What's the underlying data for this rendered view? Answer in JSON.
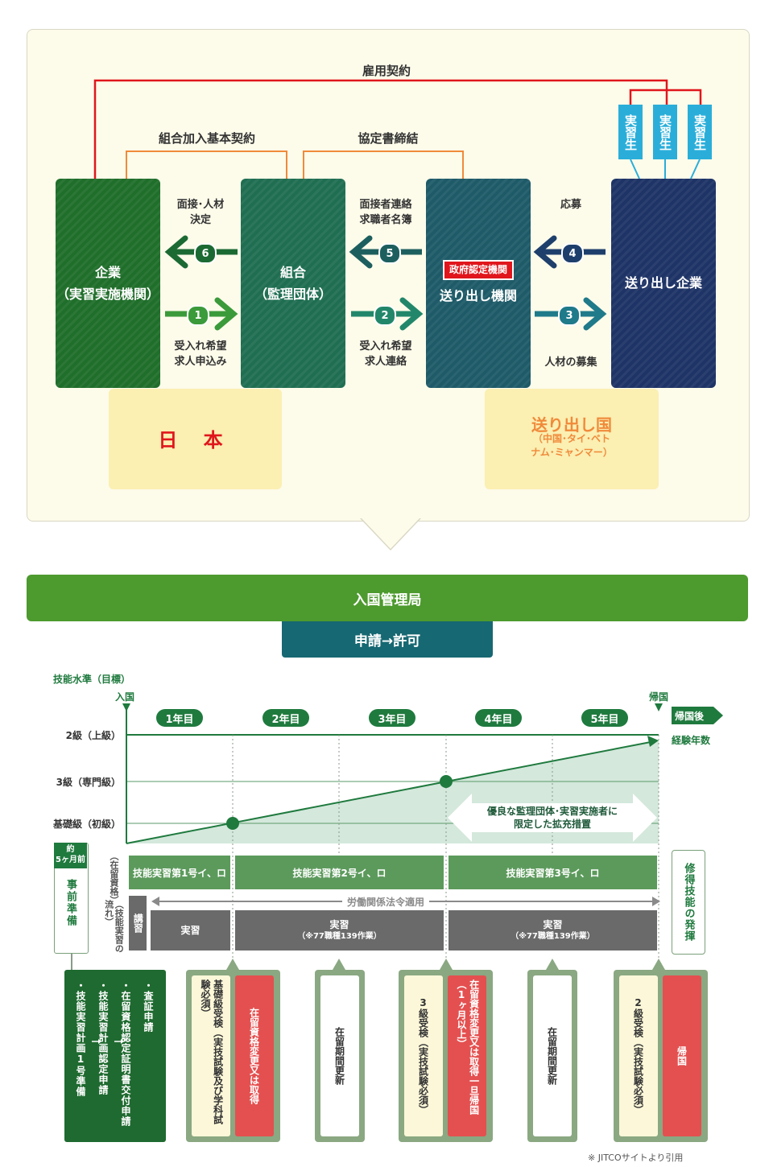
{
  "top": {
    "employment_contract": "雇用契約",
    "union_contract": "組合加入基本契約",
    "agreement": "協定書締結",
    "trainee_label": "実習生",
    "orgs": {
      "company_title": "企業",
      "company_sub": "（実習実施機関）",
      "union_title": "組合",
      "union_sub": "（監理団体）",
      "sending_badge": "政府認定機関",
      "sending_agency": "送り出し機関",
      "sending_company": "送り出し企業"
    },
    "steps": {
      "s1": "1",
      "s2": "2",
      "s3": "3",
      "s4": "4",
      "s5": "5",
      "s6": "6"
    },
    "step_labels": {
      "s6_l1": "面接･人材",
      "s6_l2": "決定",
      "s5_l1": "面接者連絡",
      "s5_l2": "求職者名簿",
      "s4": "応募",
      "s1_l1": "受入れ希望",
      "s1_l2": "求人申込み",
      "s2_l1": "受入れ希望",
      "s2_l2": "求人連絡",
      "s3": "人材の募集"
    },
    "japan": "日 本",
    "sending_country": "送り出し国",
    "sending_country_sub1": "（中国･タイ･ベト",
    "sending_country_sub2": "ナム･ミャンマー）"
  },
  "immigration": {
    "title": "入国管理局",
    "sub": "申請→許可"
  },
  "timeline": {
    "y_title": "技能水準（目標）",
    "entry": "入国",
    "return_label": "帰国",
    "after_return": "帰国後",
    "experience_years": "経験年数",
    "years": [
      "1年目",
      "2年目",
      "3年目",
      "4年目",
      "5年目"
    ],
    "levels": [
      "2級（上級）",
      "3級（専門級）",
      "基礎級（初級）"
    ],
    "expansion_l1": "優良な監理団体･実習実施者に",
    "expansion_l2": "限定した拡充措置",
    "pre_months_l1": "約",
    "pre_months_l2": "5ヶ月前",
    "pre_prep": "事前準備",
    "status_label": "（在留資格）",
    "flow_label": "（技能実習の流れ）",
    "lecture": "講習",
    "stage1": "技能実習第1号イ、ロ",
    "stage2": "技能実習第2号イ、ロ",
    "stage3": "技能実習第3号イ、ロ",
    "labor_law": "労働関係法令適用",
    "practice": "実習",
    "practice_note": "（※77職種139作業）",
    "apply_skill": "修得技能の発揮"
  },
  "events": {
    "prep_1": "・技能実習計画1号準備",
    "prep_2": "・技能実習計画認定申請",
    "prep_3": "・在留資格認定証明書交付申請",
    "prep_4": "・査証申請",
    "e1_test": "基礎級受検（実技試験及び学科試験必須）",
    "e1_status": "在留資格変更又は取得",
    "e2": "在留期間更新",
    "e3_test": "3級受検（実技試験必須）",
    "e3_status": "在留資格変更又は取得一旦帰国（1ヶ月以上）",
    "e4": "在留期間更新",
    "e5_test": "2級受検（実技試験必須）",
    "e5_return": "帰国"
  },
  "source": "※ JITCOサイトより引用",
  "colors": {
    "green_main": "#1f7a3e",
    "immigration_bar": "#4d9a2e",
    "teal_bar": "#166872",
    "red": "#e0161c",
    "trainee_blue": "#2aaed9",
    "orange": "#f08a3a"
  }
}
